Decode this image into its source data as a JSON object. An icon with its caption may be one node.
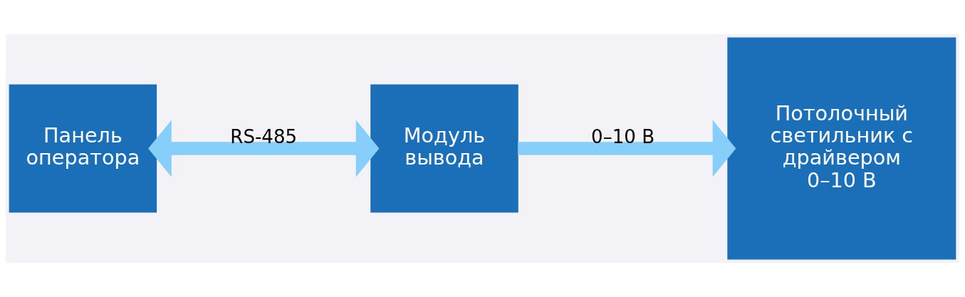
{
  "diagram": {
    "nodes": [
      {
        "text": [
          "Панель оператора"
        ]
      },
      {
        "text": [
          "Модуль вывода"
        ]
      },
      {
        "text": [
          "Потолочный светильник с драйвером 0–10 В"
        ]
      }
    ],
    "edges": [
      {
        "from": 0,
        "to": 1,
        "arrow": "both",
        "label": "RS-485"
      },
      {
        "from": 1,
        "to": 2,
        "arrow": "to",
        "label": "0–10 В"
      }
    ]
  }
}
